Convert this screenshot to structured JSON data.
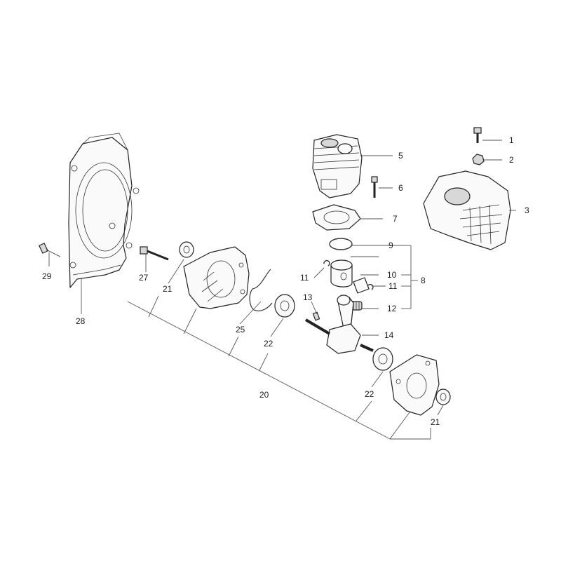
{
  "callouts": {
    "c1": "1",
    "c2": "2",
    "c3": "3",
    "c5": "5",
    "c6": "6",
    "c7": "7",
    "c8": "8",
    "c9": "9",
    "c10": "10",
    "c11a": "11",
    "c11b": "11",
    "c12": "12",
    "c13": "13",
    "c14": "14",
    "c20": "20",
    "c21a": "21",
    "c21b": "21",
    "c22a": "22",
    "c22b": "22",
    "c25": "25",
    "c27": "27",
    "c28": "28",
    "c29": "29"
  }
}
